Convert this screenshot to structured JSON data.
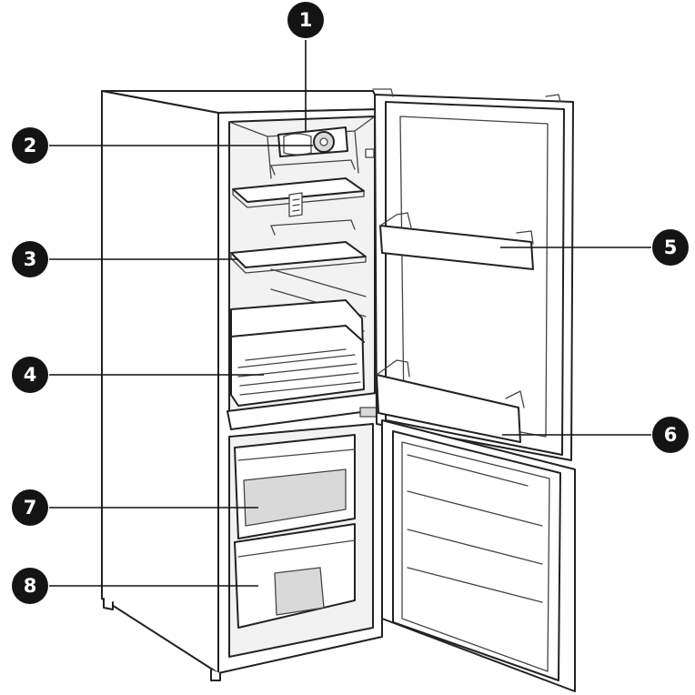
{
  "callouts": [
    {
      "id": "1",
      "label": "1"
    },
    {
      "id": "2",
      "label": "2"
    },
    {
      "id": "3",
      "label": "3"
    },
    {
      "id": "4",
      "label": "4"
    },
    {
      "id": "5",
      "label": "5"
    },
    {
      "id": "6",
      "label": "6"
    },
    {
      "id": "7",
      "label": "7"
    },
    {
      "id": "8",
      "label": "8"
    }
  ],
  "colors": {
    "line": "#222222",
    "callout_fill": "#141414",
    "callout_text": "#ffffff",
    "background": "#ffffff"
  }
}
